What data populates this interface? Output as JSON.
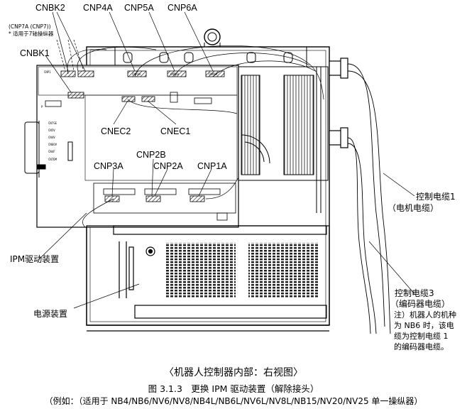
{
  "labels": {
    "cnbk2": "CNBK2",
    "cnp4a": "CNP4A",
    "cnp5a": "CNP5A",
    "cnp6a": "CNP6A",
    "cnp7_line1": "(CNP7A (CNP7))",
    "cnp7_line2": "* 适用于7轴操纵器",
    "cnbk1": "CNBK1",
    "cnec2": "CNEC2",
    "cnec1": "CNEC1",
    "cnp2b": "CNP2B",
    "cnp3a": "CNP3A",
    "cnp2a": "CNP2A",
    "cnp1a": "CNP1A",
    "ipm_drive": "IPM驱动装置",
    "power_unit": "电源装置",
    "cable1_line1": "控制电缆1",
    "cable1_line2": "（电机电缆）",
    "cable3_line1": "控制电缆3",
    "cable3_line2": "（编码器电缆）",
    "note_line1": "注）机器人的机种",
    "note_line2": "为 NB6 时，该电",
    "note_line3": "缆为控制电缆 1",
    "note_line4": "的编码器电缆。"
  },
  "captions": {
    "view": "〈机器人控制器内部：右视图〉",
    "figure": "图 3.1.3　更换 IPM 驱动装置（解除接头）",
    "example": "（例如：（适用于 NB4/NB6/NV6/NV8/NB4L/NB6L/NV6L/NV8L/NB15/NV20/NV25 单一操纵器）"
  }
}
